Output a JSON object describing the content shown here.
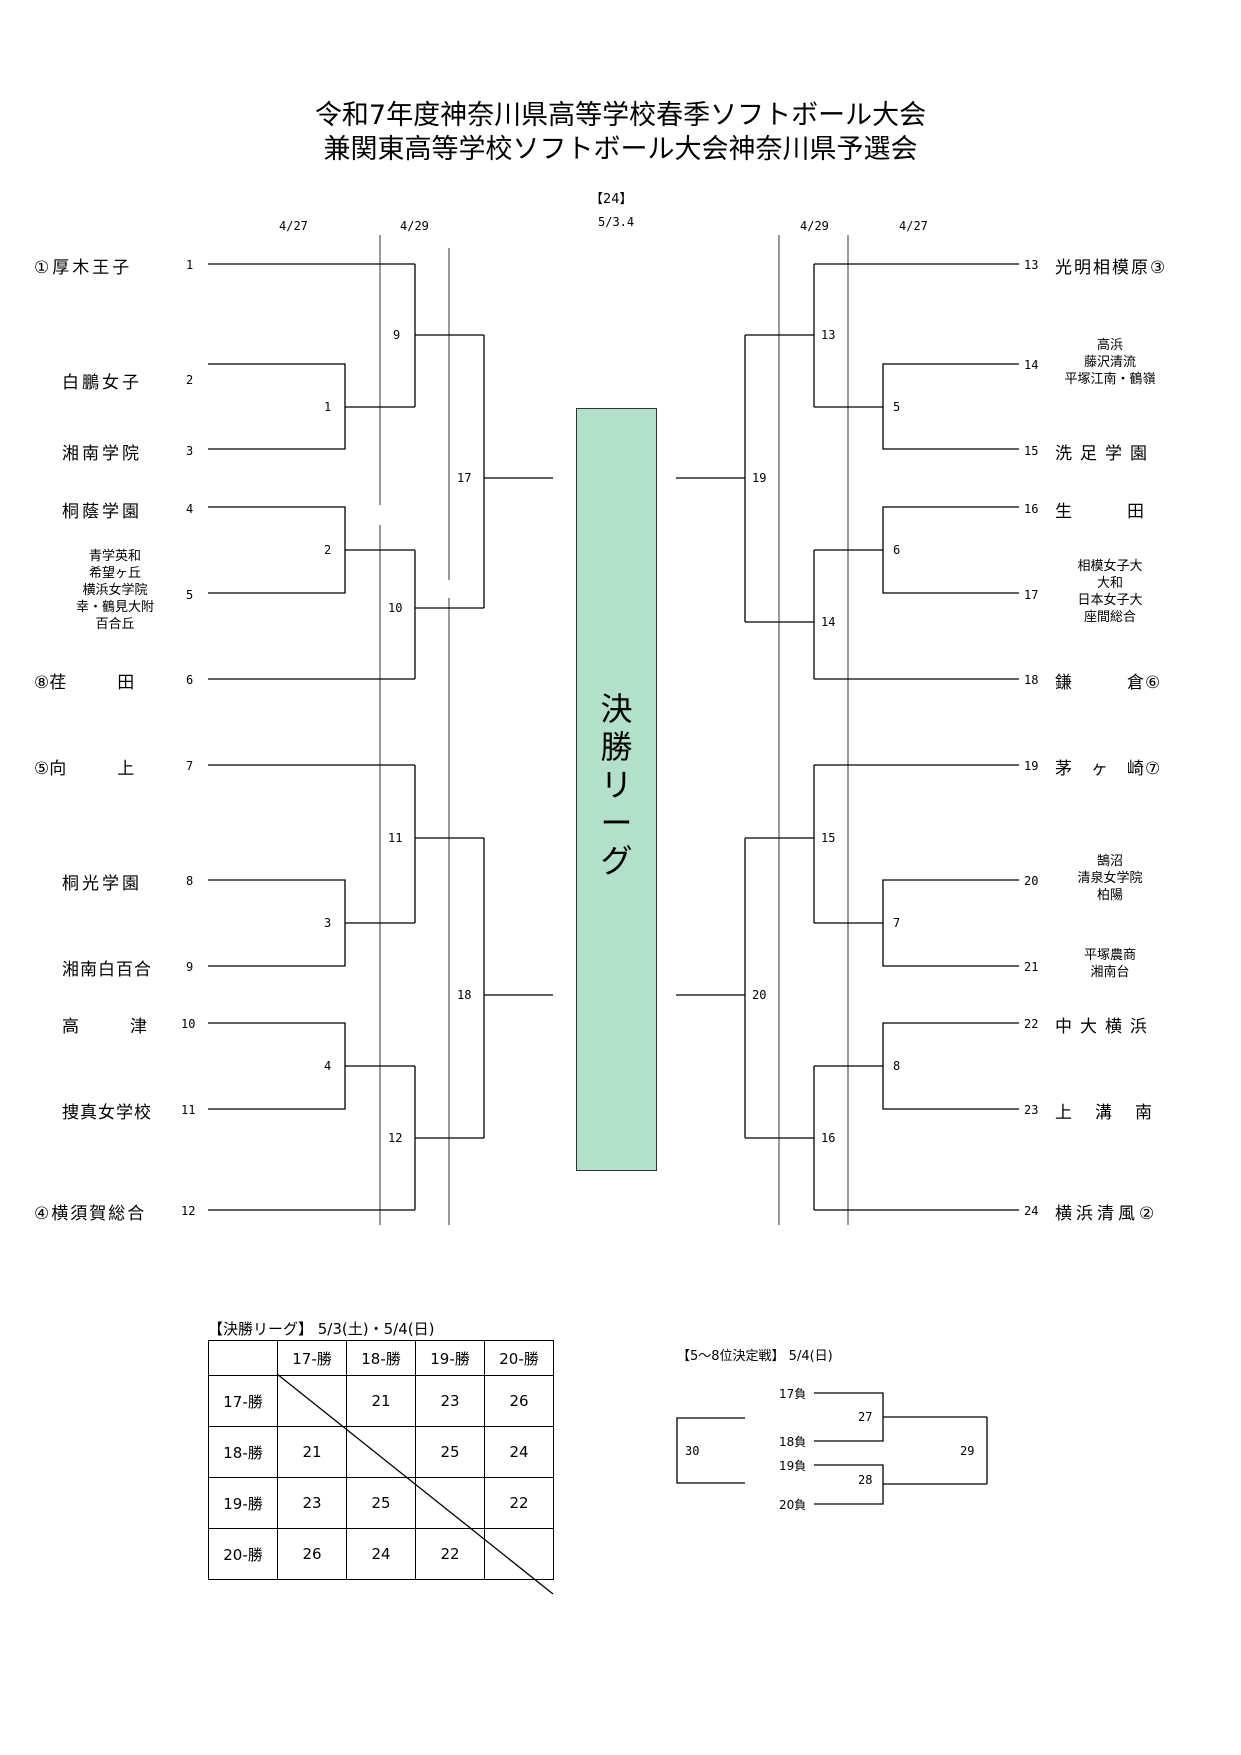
{
  "title": {
    "line1": "令和7年度神奈川県高等学校春季ソフトボール大会",
    "line2": "兼関東高等学校ソフトボール大会神奈川県予選会"
  },
  "bracket_code": "【24】",
  "dates": {
    "left_r1": "4/27",
    "left_r2": "4/29",
    "final": "5/3.4",
    "right_r2": "4/29",
    "right_r1": "4/27"
  },
  "left_teams": [
    {
      "label": "①厚木王子",
      "no": "1"
    },
    {
      "label": "白鵬女子",
      "no": "2"
    },
    {
      "label": "湘南学院",
      "no": "3"
    },
    {
      "label": "桐蔭学園",
      "no": "4"
    },
    {
      "label": "",
      "lines": [
        "青学英和",
        "希望ヶ丘",
        "横浜女学院",
        "幸・鶴見大附",
        "百合丘"
      ],
      "no": "5"
    },
    {
      "label": "⑧荏　　　田",
      "no": "6"
    },
    {
      "label": "⑤向　　　上",
      "no": "7"
    },
    {
      "label": "桐光学園",
      "no": "8"
    },
    {
      "label": "湘南白百合",
      "no": "9"
    },
    {
      "label": "高　　　津",
      "no": "10"
    },
    {
      "label": "捜真女学校",
      "no": "11"
    },
    {
      "label": "④横須賀総合",
      "no": "12"
    }
  ],
  "right_teams": [
    {
      "label": "光明相模原③",
      "no": "13"
    },
    {
      "label": "",
      "lines": [
        "高浜",
        "藤沢清流",
        "平塚江南・鶴嶺"
      ],
      "no": "14"
    },
    {
      "label": "洗足学園",
      "no": "15"
    },
    {
      "label": "生　　　田",
      "no": "16"
    },
    {
      "label": "",
      "lines": [
        "相模女子大",
        "大和",
        "日本女子大",
        "座間総合"
      ],
      "no": "17"
    },
    {
      "label": "鎌　　　倉⑥",
      "no": "18"
    },
    {
      "label": "茅　ヶ　崎⑦",
      "no": "19"
    },
    {
      "label": "",
      "lines": [
        "鵠沼",
        "清泉女学院",
        "柏陽"
      ],
      "no": "20"
    },
    {
      "label": "",
      "lines": [
        "平塚農商",
        "湘南台"
      ],
      "no": "21"
    },
    {
      "label": "中大横浜",
      "no": "22"
    },
    {
      "label": "上　溝　南",
      "no": "23"
    },
    {
      "label": "横浜清風②",
      "no": "24"
    }
  ],
  "match_numbers": [
    "1",
    "2",
    "3",
    "4",
    "5",
    "6",
    "7",
    "8",
    "9",
    "10",
    "11",
    "12",
    "13",
    "14",
    "15",
    "16",
    "17",
    "18",
    "19",
    "20"
  ],
  "final_league": {
    "box_label": "決勝リーグ",
    "box_chars": [
      "決",
      "勝",
      "リ",
      "ー",
      "グ"
    ],
    "header": "【決勝リーグ】 5/3(土)・5/4(日)",
    "columns": [
      "17-勝",
      "18-勝",
      "19-勝",
      "20-勝"
    ],
    "rows": [
      {
        "label": "17-勝",
        "cells": [
          "",
          "21",
          "23",
          "26"
        ]
      },
      {
        "label": "18-勝",
        "cells": [
          "21",
          "",
          "25",
          "24"
        ]
      },
      {
        "label": "19-勝",
        "cells": [
          "23",
          "25",
          "",
          "22"
        ]
      },
      {
        "label": "20-勝",
        "cells": [
          "26",
          "24",
          "22",
          ""
        ]
      }
    ]
  },
  "consolation": {
    "header": "【5～8位決定戦】 5/4(日)",
    "entries": [
      "17負",
      "18負",
      "19負",
      "20負"
    ],
    "matches": [
      "27",
      "28",
      "29",
      "30"
    ]
  },
  "colors": {
    "final_box": "#b3e0cb",
    "lines": "#000000"
  }
}
